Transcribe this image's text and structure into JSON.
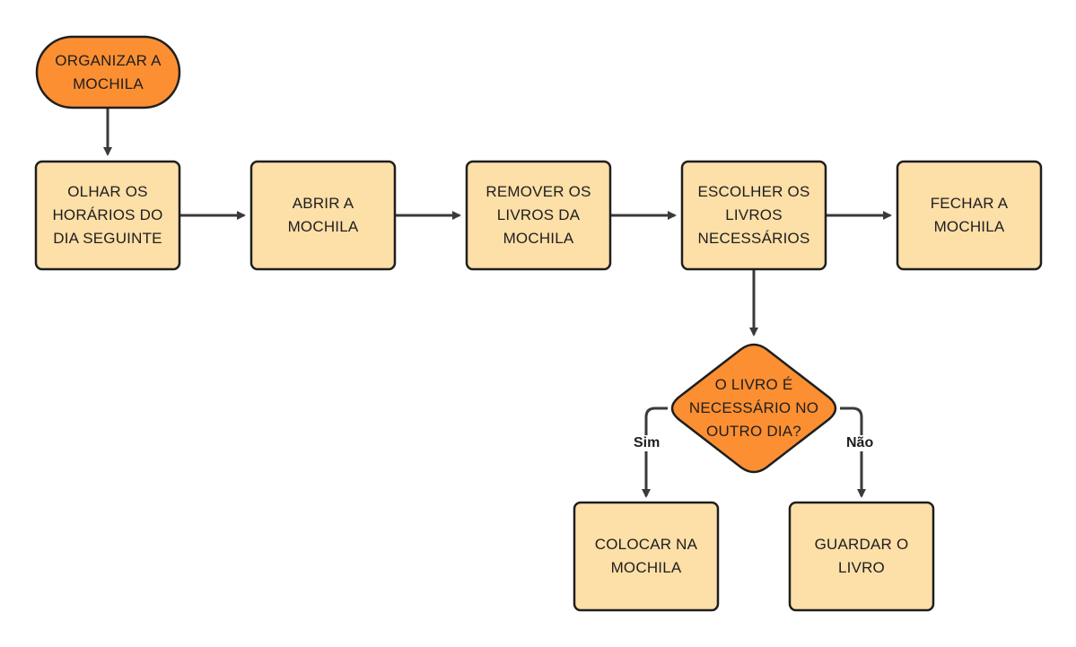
{
  "colors": {
    "process_fill": "#fddfa8",
    "terminal_fill": "#fc8f32",
    "decision_fill": "#fc8f32",
    "stroke": "#1e1e1e",
    "arrow": "#3a3a3a"
  },
  "nodes": {
    "start": "ORGANIZAR A\nMOCHILA",
    "look_schedule": "OLHAR OS\nHORÁRIOS DO\nDIA SEGUINTE",
    "open_bag": "ABRIR A\nMOCHILA",
    "remove_books": "REMOVER OS\nLIVROS DA\nMOCHILA",
    "choose_books": "ESCOLHER OS\nLIVROS\nNECESSÁRIOS",
    "close_bag": "FECHAR A\nMOCHILA",
    "decision": "O LIVRO É\nNECESSÁRIO NO\nOUTRO DIA?",
    "put_in_bag": "COLOCAR NA\nMOCHILA",
    "store_book": "GUARDAR O\nLIVRO"
  },
  "edge_labels": {
    "yes": "Sim",
    "no": "Não"
  }
}
